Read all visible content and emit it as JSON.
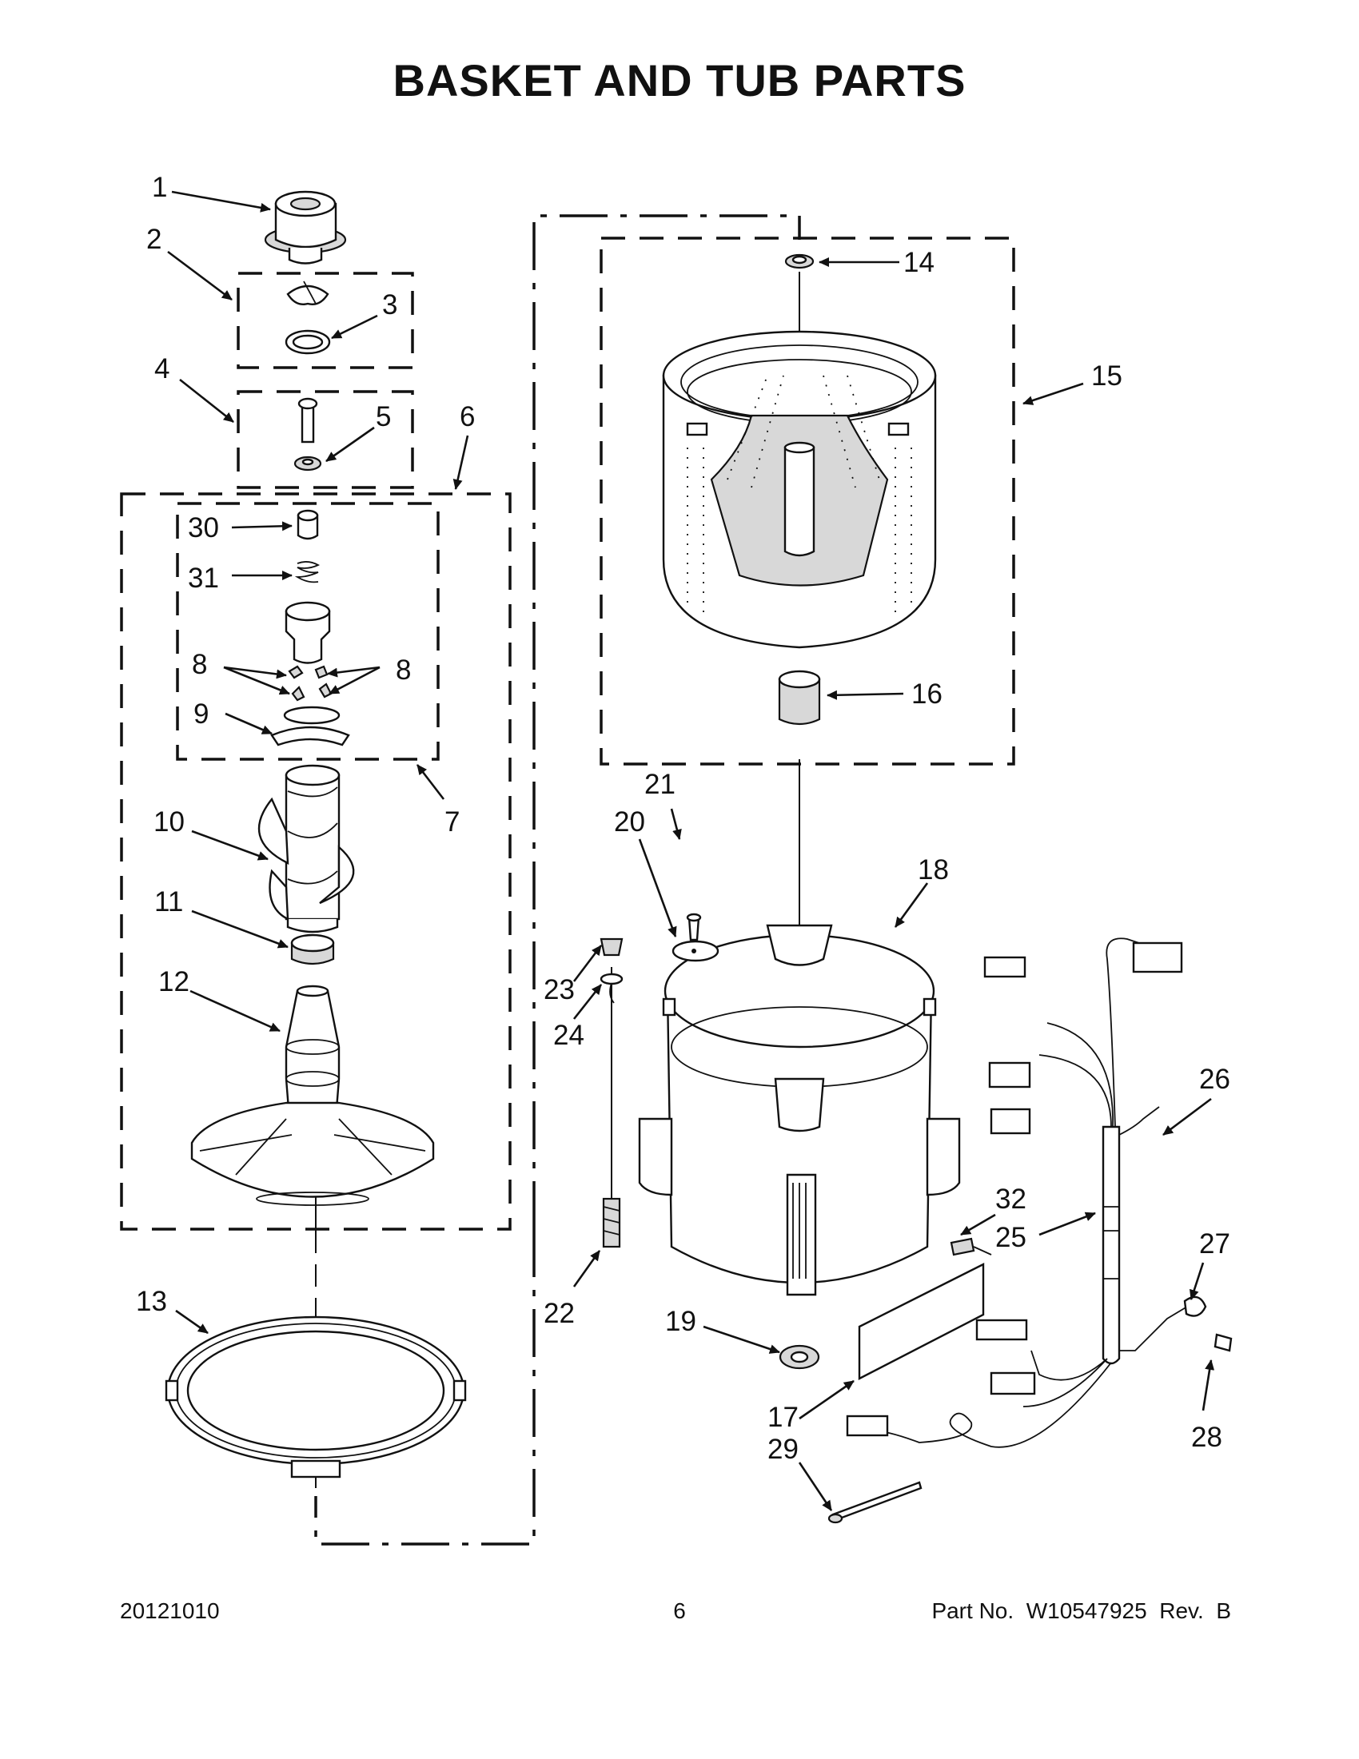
{
  "title": "BASKET AND TUB PARTS",
  "callouts": [
    "1",
    "2",
    "3",
    "4",
    "5",
    "6",
    "7",
    "8",
    "8",
    "9",
    "10",
    "11",
    "12",
    "13",
    "14",
    "15",
    "16",
    "17",
    "18",
    "19",
    "20",
    "21",
    "22",
    "23",
    "24",
    "25",
    "26",
    "27",
    "28",
    "29",
    "30",
    "31",
    "32"
  ],
  "footer": {
    "date": "20121010",
    "page": "6",
    "part_no": "Part No.  W10547925  Rev.  B"
  }
}
